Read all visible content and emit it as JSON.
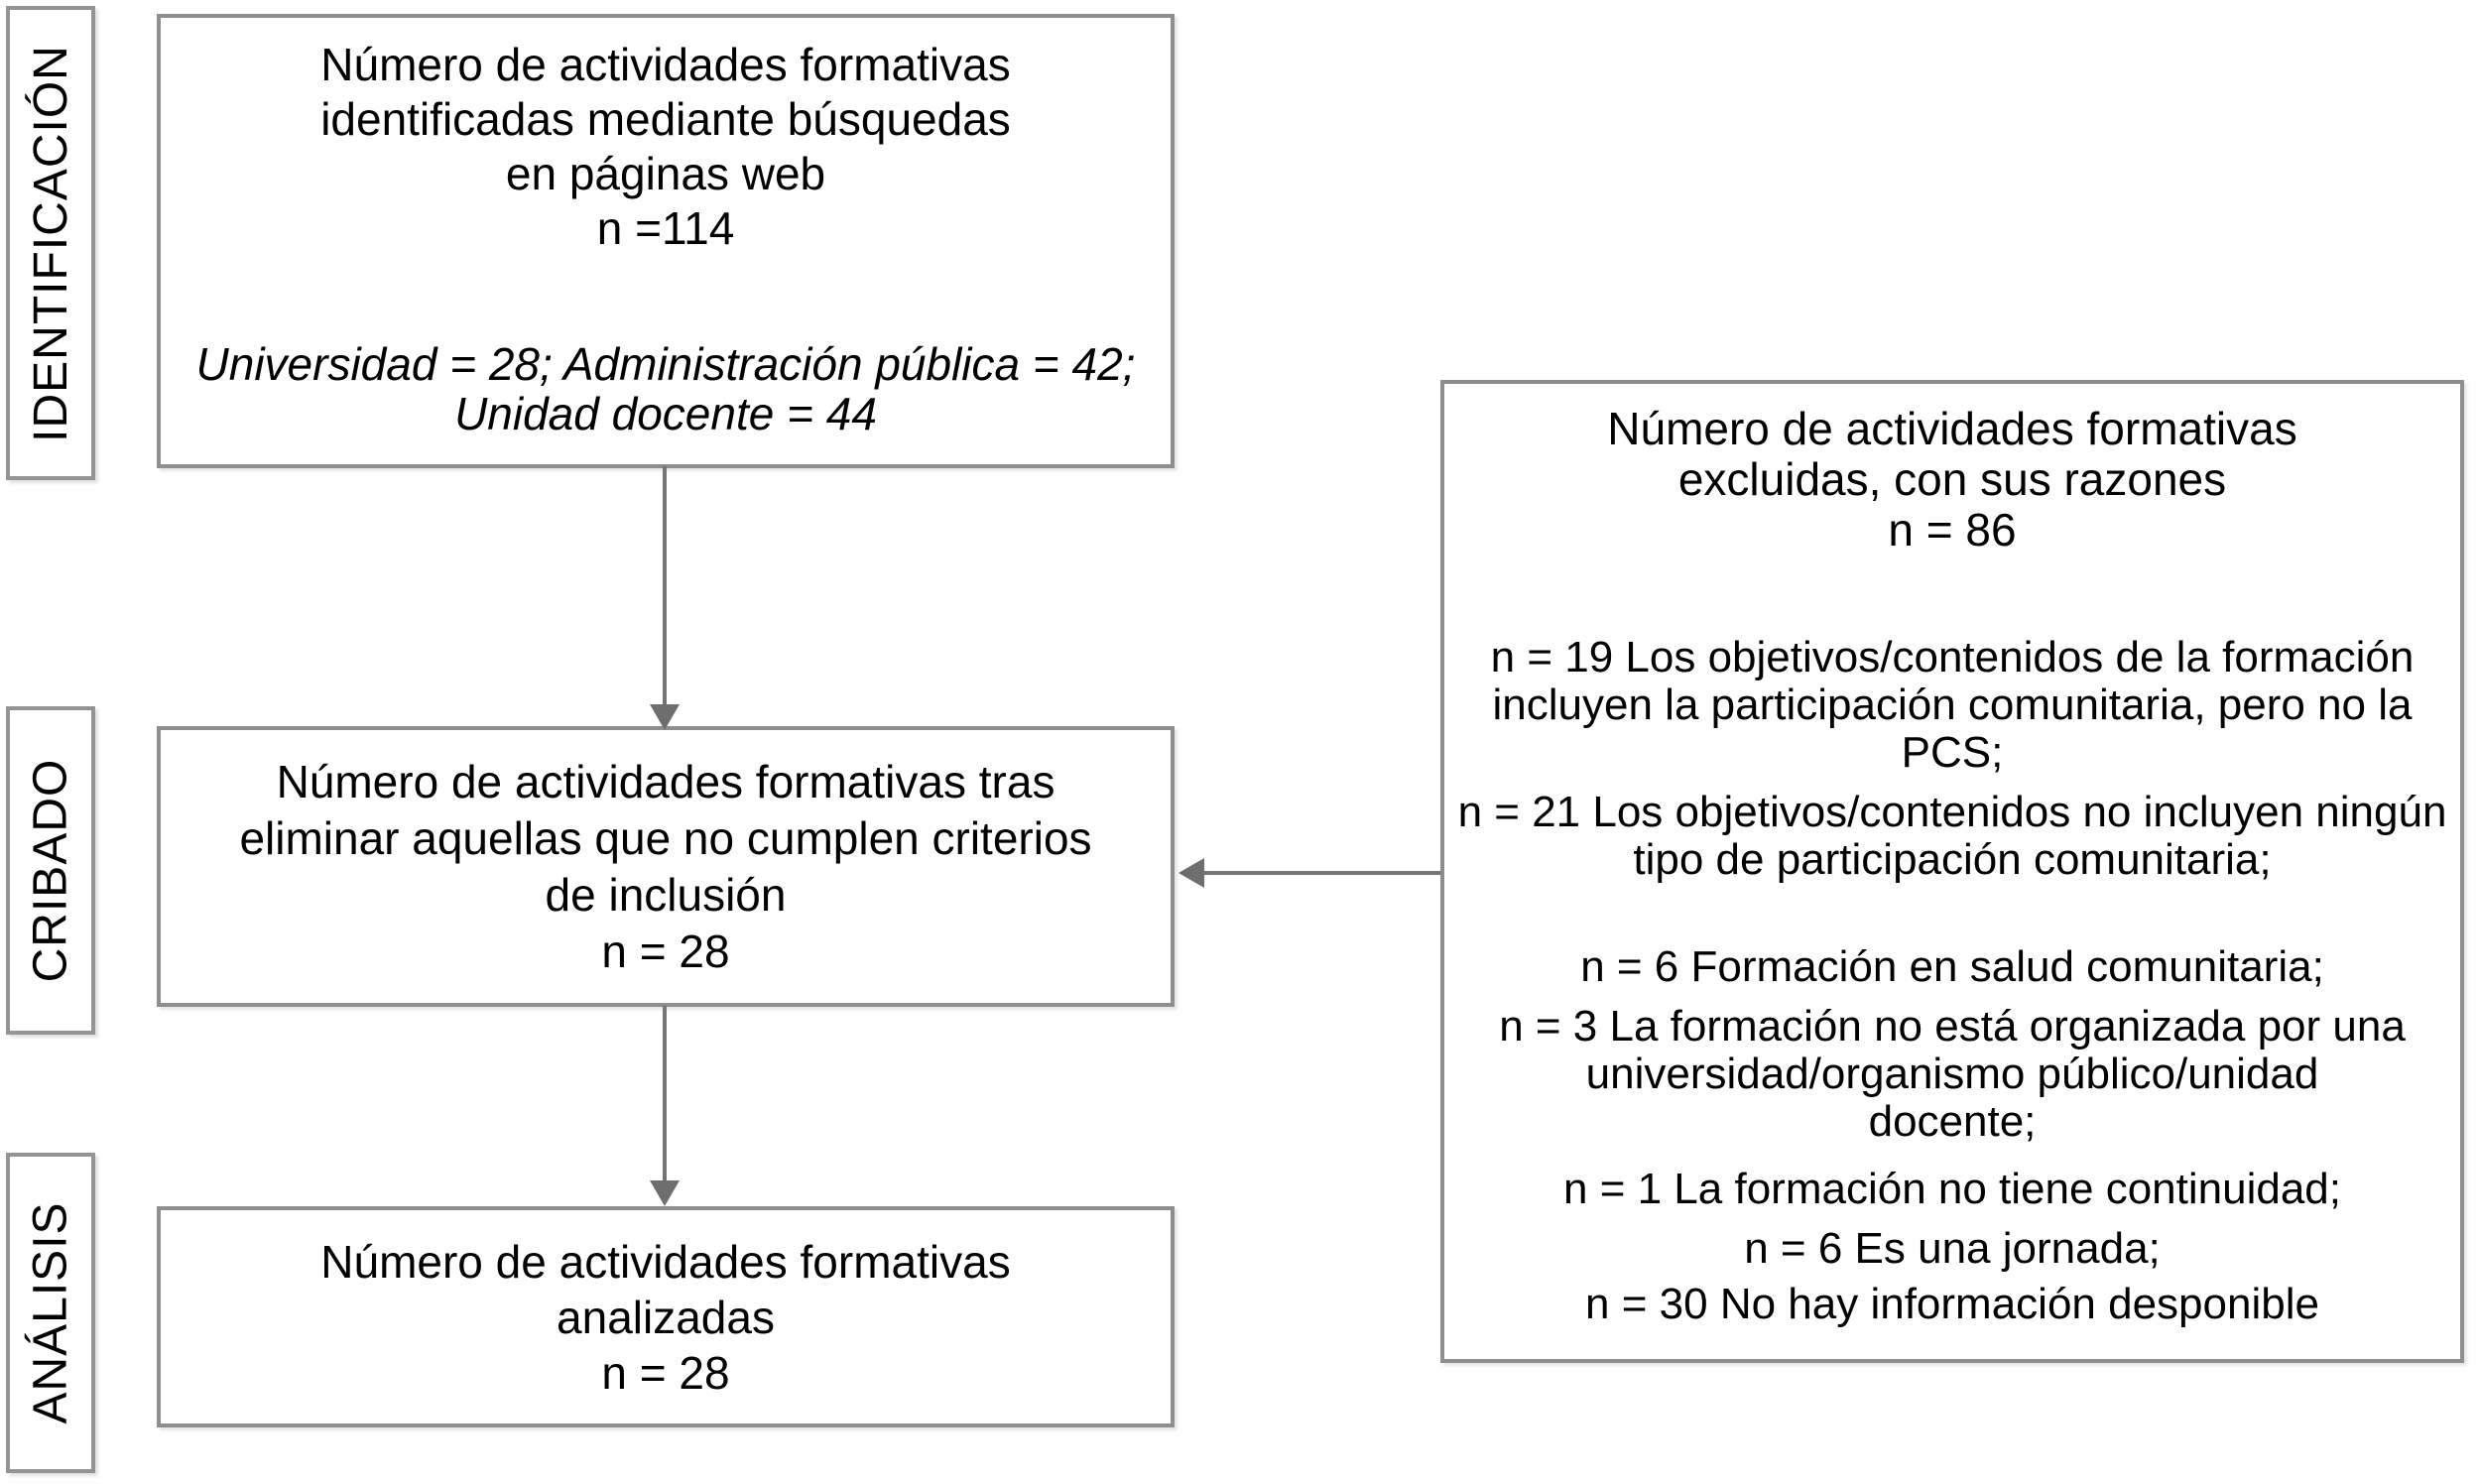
{
  "stages": [
    {
      "label": "IDENTIFICACIÓN"
    },
    {
      "label": "CRIBADO"
    },
    {
      "label": "ANÁLISIS"
    }
  ],
  "boxes": {
    "identified": {
      "lines": [
        "Número de actividades formativas",
        "identificadas mediante búsquedas",
        "en páginas web",
        "n =114"
      ],
      "breakdown": [
        "Universidad = 28; Administración pública = 42;",
        "Unidad docente = 44"
      ]
    },
    "screened": {
      "lines": [
        "Número de actividades formativas tras",
        "eliminar aquellas que no cumplen criterios",
        "de inclusión",
        "n = 28"
      ]
    },
    "analyzed": {
      "lines": [
        "Número de actividades formativas",
        "analizadas",
        "n = 28"
      ]
    },
    "excluded": {
      "title": [
        "Número de actividades formativas",
        "excluidas, con sus razones",
        "n = 86"
      ],
      "reasons": [
        {
          "lines": [
            "n = 19 Los objetivos/contenidos de la formación",
            "incluyen la participación comunitaria, pero no la",
            "PCS;"
          ]
        },
        {
          "lines": [
            "n = 21 Los objetivos/contenidos no incluyen ningún",
            "tipo de participación comunitaria;"
          ]
        },
        {
          "lines": [
            "n = 6 Formación en salud comunitaria;"
          ]
        },
        {
          "lines": [
            "n = 3 La formación no está organizada por una",
            "universidad/organismo público/unidad",
            "docente;"
          ]
        },
        {
          "lines": [
            "n = 1 La formación no tiene continuidad;"
          ]
        },
        {
          "lines": [
            "n = 6 Es una jornada;"
          ]
        },
        {
          "lines": [
            "n = 30 No hay información desponible"
          ]
        }
      ]
    }
  },
  "colors": {
    "box_border": "#8e8e8e",
    "stage_border": "#949494",
    "arrow": "#6e6e6e",
    "text": "#000000",
    "background": "#ffffff"
  }
}
